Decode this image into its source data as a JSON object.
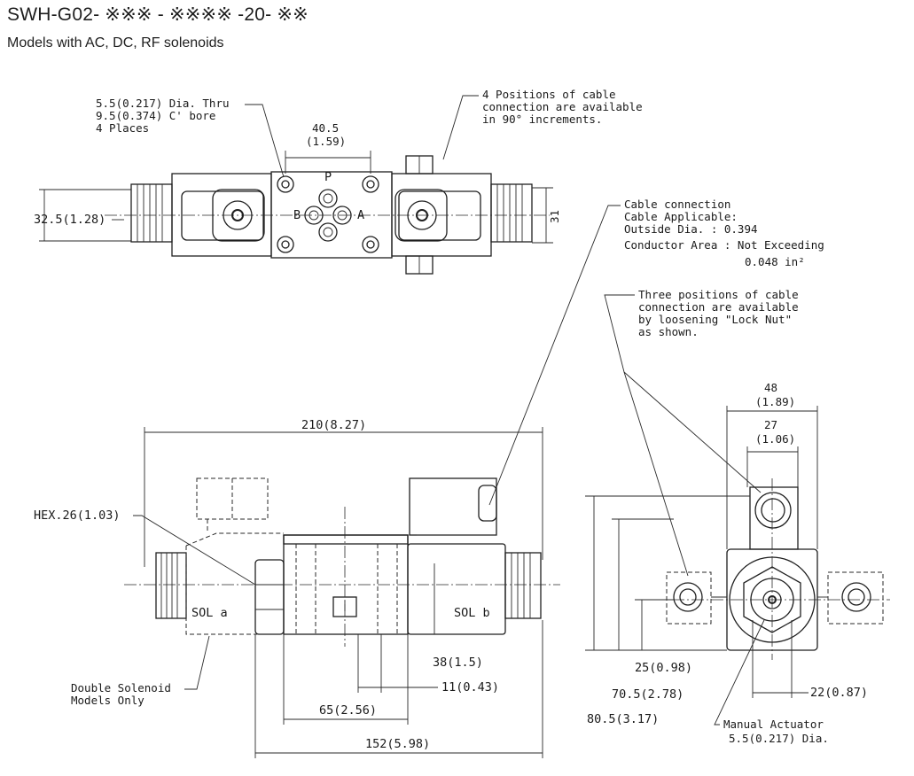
{
  "header": {
    "title": "SWH-G02- ※※※ - ※※※※ -20- ※※",
    "subtitle": "Models with AC, DC, RF solenoids"
  },
  "top_view": {
    "hole_note": [
      "5.5(0.217) Dia. Thru",
      "9.5(0.374) C' bore",
      "4 Places"
    ],
    "cable_note": [
      "4 Positions of cable",
      "connection are available",
      "in 90° increments."
    ],
    "dim_port_spacing": [
      "40.5",
      "(1.59)"
    ],
    "dim_height_left": "32.5(1.28)",
    "dim_height_right": "31",
    "port_p": "P",
    "port_a": "A",
    "port_b": "B"
  },
  "cable_connection_note": [
    "Cable connection",
    "Cable Applicable:",
    "Outside Dia. : 0.394",
    "Conductor Area : Not Exceeding",
    "0.048 in²"
  ],
  "three_positions_note": [
    "Three positions of cable",
    "connection are available",
    "by loosening \"Lock Nut\"",
    "as shown."
  ],
  "front_view": {
    "dim_overall": "210(8.27)",
    "hex_label": "HEX.26(1.03)",
    "sol_a": "SOL a",
    "sol_b": "SOL b",
    "double_note": [
      "Double Solenoid",
      "Models Only"
    ],
    "dim_38": "38(1.5)",
    "dim_11": "11(0.43)",
    "dim_65": "65(2.56)",
    "dim_152": "152(5.98)"
  },
  "side_view": {
    "dim_48": [
      "48",
      "(1.89)"
    ],
    "dim_27": [
      "27",
      "(1.06)"
    ],
    "dim_25": "25(0.98)",
    "dim_70_5": "70.5(2.78)",
    "dim_80_5": "80.5(3.17)",
    "dim_22": "22(0.87)",
    "manual_note": [
      "Manual Actuator",
      "5.5(0.217) Dia."
    ]
  }
}
